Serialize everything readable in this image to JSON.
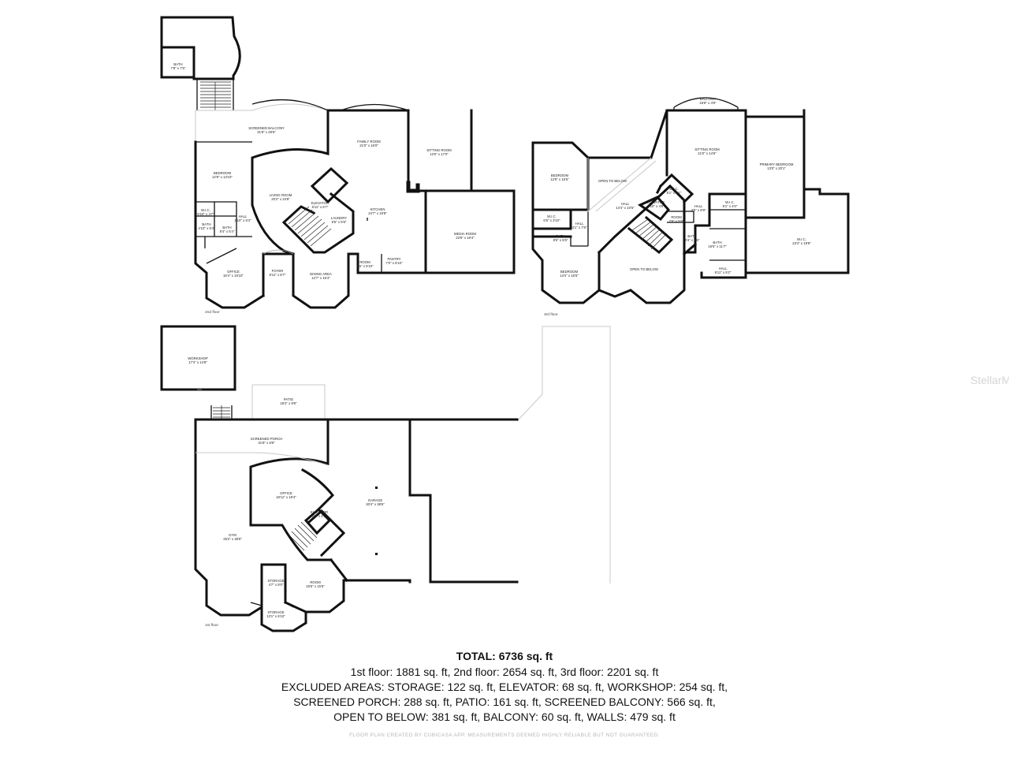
{
  "floors": {
    "second": {
      "name": "2nd floor",
      "rooms": [
        {
          "id": "bath-top",
          "name": "BATH",
          "dim": "7'8\" x 7'5\""
        },
        {
          "id": "screened-balcony",
          "name": "SCREENED BALCONY",
          "dim": "31'8\" x 29'5\""
        },
        {
          "id": "family-room",
          "name": "FAMILY ROOM",
          "dim": "21'0\" x 16'0\""
        },
        {
          "id": "sitting-room",
          "name": "SITTING ROOM",
          "dim": "13'0\" x 17'0\""
        },
        {
          "id": "bedroom",
          "name": "BEDROOM",
          "dim": "12'8\" x 13'10\""
        },
        {
          "id": "living-room",
          "name": "LIVING ROOM",
          "dim": "20'2\" x 24'8\""
        },
        {
          "id": "kitchen",
          "name": "KITCHEN",
          "dim": "24'7\" x 19'8\""
        },
        {
          "id": "elevator",
          "name": "ELEVATOR",
          "dim": "6'11\" x 6'7\""
        },
        {
          "id": "laundry",
          "name": "LAUNDRY",
          "dim": "6'5\" x 5'9\""
        },
        {
          "id": "wic",
          "name": "W.I.C.",
          "dim": "6'10\" x 4'7\""
        },
        {
          "id": "hall",
          "name": "HALL",
          "dim": "2'10\" x 6'4\""
        },
        {
          "id": "bath-a",
          "name": "BATH",
          "dim": "4'10\" x 5'4\""
        },
        {
          "id": "bath-b",
          "name": "BATH",
          "dim": "8'4\" x 5'4\""
        },
        {
          "id": "media-room",
          "name": "MEDIA ROOM",
          "dim": "23'9\" x 19'4\""
        },
        {
          "id": "office",
          "name": "OFFICE",
          "dim": "15'4\" x 15'10\""
        },
        {
          "id": "foyer",
          "name": "FOYER",
          "dim": "6'11\" x 8'7\""
        },
        {
          "id": "dining-area",
          "name": "DINING AREA",
          "dim": "12'7\" x 15'4\""
        },
        {
          "id": "room",
          "name": "ROOM",
          "dim": "7'6\" x 5'10\""
        },
        {
          "id": "pantry",
          "name": "PANTRY",
          "dim": "7'0\" x 5'10\""
        }
      ]
    },
    "third": {
      "name": "3rd floor",
      "rooms": [
        {
          "id": "balcony",
          "name": "BALCONY",
          "dim": "15'8\" x 4'9\""
        },
        {
          "id": "sitting-room",
          "name": "SITTING ROOM",
          "dim": "21'0\" x 14'6\""
        },
        {
          "id": "primary-bedroom",
          "name": "PRIMARY BEDROOM",
          "dim": "13'0\" x 20'1\""
        },
        {
          "id": "bedroom-a",
          "name": "BEDROOM",
          "dim": "12'9\" x 15'5\""
        },
        {
          "id": "open-to-below-a",
          "name": "OPEN TO BELOW",
          "dim": ""
        },
        {
          "id": "wic-a",
          "name": "W.I.C.",
          "dim": "5'1\" x 8'1\""
        },
        {
          "id": "elevator",
          "name": "ELEVATOR",
          "dim": "6'10\" x 4'8\""
        },
        {
          "id": "hall-a",
          "name": "HALL",
          "dim": "14'4\" x 10'5\""
        },
        {
          "id": "hall-b",
          "name": "HALL",
          "dim": "4'5\" x 8'9\""
        },
        {
          "id": "wic-b",
          "name": "W.I.C.",
          "dim": "6'1\" x 4'0\""
        },
        {
          "id": "wic-c",
          "name": "W.I.C.",
          "dim": "6'5\" x 3'10\""
        },
        {
          "id": "hall-c",
          "name": "HALL",
          "dim": "4'1\" x 7'8\""
        },
        {
          "id": "room",
          "name": "ROOM",
          "dim": "7'6\" x 5'9\""
        },
        {
          "id": "bath-a",
          "name": "BATH",
          "dim": "8'5\" x 5'5\""
        },
        {
          "id": "bath-b",
          "name": "BATH",
          "dim": "4'4\" x 6'6\""
        },
        {
          "id": "bath-c",
          "name": "BATH",
          "dim": "16'5\" x 11'7\""
        },
        {
          "id": "wic-d",
          "name": "W.I.C.",
          "dim": "23'4\" x 19'8\""
        },
        {
          "id": "bedroom-b",
          "name": "BEDROOM",
          "dim": "13'4\" x 15'5\""
        },
        {
          "id": "open-to-below-b",
          "name": "OPEN TO BELOW",
          "dim": ""
        },
        {
          "id": "hall-d",
          "name": "HALL",
          "dim": "9'11\" x 5'2\""
        }
      ]
    },
    "first": {
      "name": "1st floor",
      "rooms": [
        {
          "id": "workshop",
          "name": "WORKSHOP",
          "dim": "17'4\" x 14'8\""
        },
        {
          "id": "patio",
          "name": "PATIO",
          "dim": "18'4\" x 8'9\""
        },
        {
          "id": "screened-porch",
          "name": "SCREENED PORCH",
          "dim": "31'8\" x 8'8\""
        },
        {
          "id": "office",
          "name": "OFFICE",
          "dim": "18'11\" x 19'4\""
        },
        {
          "id": "garage",
          "name": "GARAGE",
          "dim": "30'4\" x 38'6\""
        },
        {
          "id": "elevator",
          "name": "ELEVATOR",
          "dim": "6'0\" x 4'7\""
        },
        {
          "id": "gym",
          "name": "GYM",
          "dim": "25'2\" x 38'5\""
        },
        {
          "id": "storage-a",
          "name": "STORAGE",
          "dim": "4'7\" x 8'0\""
        },
        {
          "id": "room",
          "name": "ROOM",
          "dim": "15'5\" x 15'5\""
        },
        {
          "id": "storage-b",
          "name": "STORAGE",
          "dim": "13'1\" x 6'10\""
        }
      ]
    }
  },
  "summary": {
    "total": "TOTAL: 6736 sq. ft",
    "line1": "1st floor: 1881 sq. ft, 2nd floor: 2654 sq. ft, 3rd floor: 2201 sq. ft",
    "line2": "EXCLUDED AREAS: STORAGE: 122 sq. ft, ELEVATOR: 68 sq. ft, WORKSHOP: 254 sq. ft,",
    "line3": "SCREENED PORCH: 288 sq. ft, PATIO: 161 sq. ft, SCREENED BALCONY: 566 sq. ft,",
    "line4": "OPEN TO BELOW: 381 sq. ft, BALCONY: 60 sq. ft, WALLS: 479 sq. ft"
  },
  "credit": "FLOOR PLAN CREATED BY CUBICASA APP. MEASUREMENTS DEEMED HIGHLY RELIABLE BUT NOT GUARANTEED.",
  "watermark": "StellarMLS"
}
